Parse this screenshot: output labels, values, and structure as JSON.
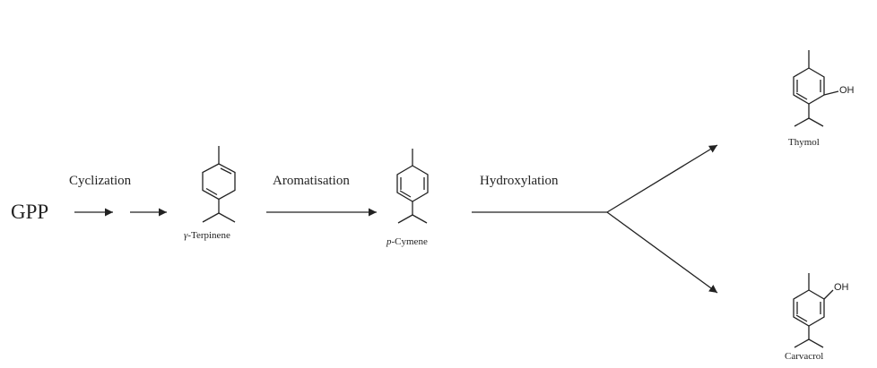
{
  "start": "GPP",
  "steps": {
    "cyclization": "Cyclization",
    "aromatisation": "Aromatisation",
    "hydroxylation": "Hydroxylation"
  },
  "compounds": {
    "terpinene": {
      "prefix": "γ",
      "name": "-Terpinene"
    },
    "cymene": {
      "prefix": "p",
      "name": "-Cymene"
    },
    "thymol": {
      "name": "Thymol"
    },
    "carvacrol": {
      "name": "Carvacrol"
    }
  },
  "atoms": {
    "hydroxyl": "OH"
  },
  "colors": {
    "ink": "#222222",
    "background": "#ffffff"
  }
}
